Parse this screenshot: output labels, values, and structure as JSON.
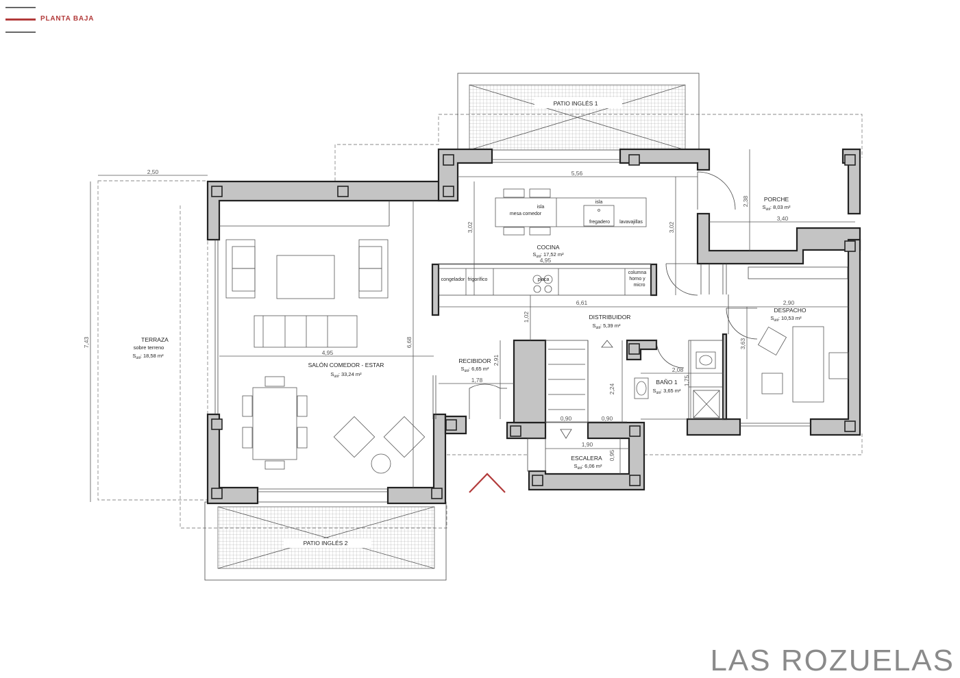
{
  "header": {
    "page_label": "PLANTA BAJA",
    "brand": "LAS ROZUELAS",
    "accent_color": "#b23a3a"
  },
  "rooms": {
    "patio_ingles_1": "PATIO INGLÉS 1",
    "patio_ingles_2": "PATIO INGLÉS 2",
    "terraza_1": "TERRAZA",
    "terraza_2": "sobre terreno",
    "terraza_area": "S",
    "terraza_area_sub": "útil",
    "terraza_area_val": ": 18,58 m²",
    "salon": "SALÓN COMEDOR - ESTAR",
    "salon_area_val": ": 33,24 m²",
    "cocina": "COCINA",
    "cocina_area_val": ": 17,52 m²",
    "porche": "PORCHE",
    "porche_area_val": ": 8,03 m²",
    "despacho": "DESPACHO",
    "despacho_area_val": ": 10,53 m²",
    "distribuidor": "DISTRIBUIDOR",
    "distribuidor_area_val": ": 5,39 m²",
    "recibidor": "RECIBIDOR",
    "recibidor_area_val": ": 6,65 m²",
    "bano": "BAÑO 1",
    "bano_area_val": ": 3,65 m²",
    "escalera": "ESCALERA",
    "escalera_area_val": ": 6,06 m²",
    "area_prefix": "S",
    "area_sub": "útil"
  },
  "fixtures": {
    "isla_1": "isla",
    "mesa_comedor": "mesa comedor",
    "isla_2": "isla",
    "fregadero": "fregadero",
    "lavavajillas": "lavavajillas",
    "congelador": "congelador",
    "frigorifico": "frigorífico",
    "placa": "placa",
    "columna_1": "columna",
    "columna_2": "horno y",
    "columna_3": "micro"
  },
  "dimensions": {
    "terraza_w": "2,50",
    "terraza_h": "7,43",
    "salon_w": "4,95",
    "salon_h": "6,68",
    "cocina_w_top": "5,56",
    "cocina_h_left": "3,02",
    "cocina_h_right": "3,02",
    "cocina_w": "4,95",
    "distrib_w": "6,61",
    "distrib_h": "1,02",
    "porche_h": "2,38",
    "porche_w": "3,40",
    "despacho_w": "2,90",
    "despacho_h": "3,63",
    "recibidor_w": "1,78",
    "recibidor_h": "2,91",
    "bano_w": "2,08",
    "bano_h": "1,75",
    "stair_h": "2,24",
    "stair_w1": "0,90",
    "stair_w2": "0,90",
    "escalera_w": "1,90",
    "escalera_h": "0,95"
  }
}
